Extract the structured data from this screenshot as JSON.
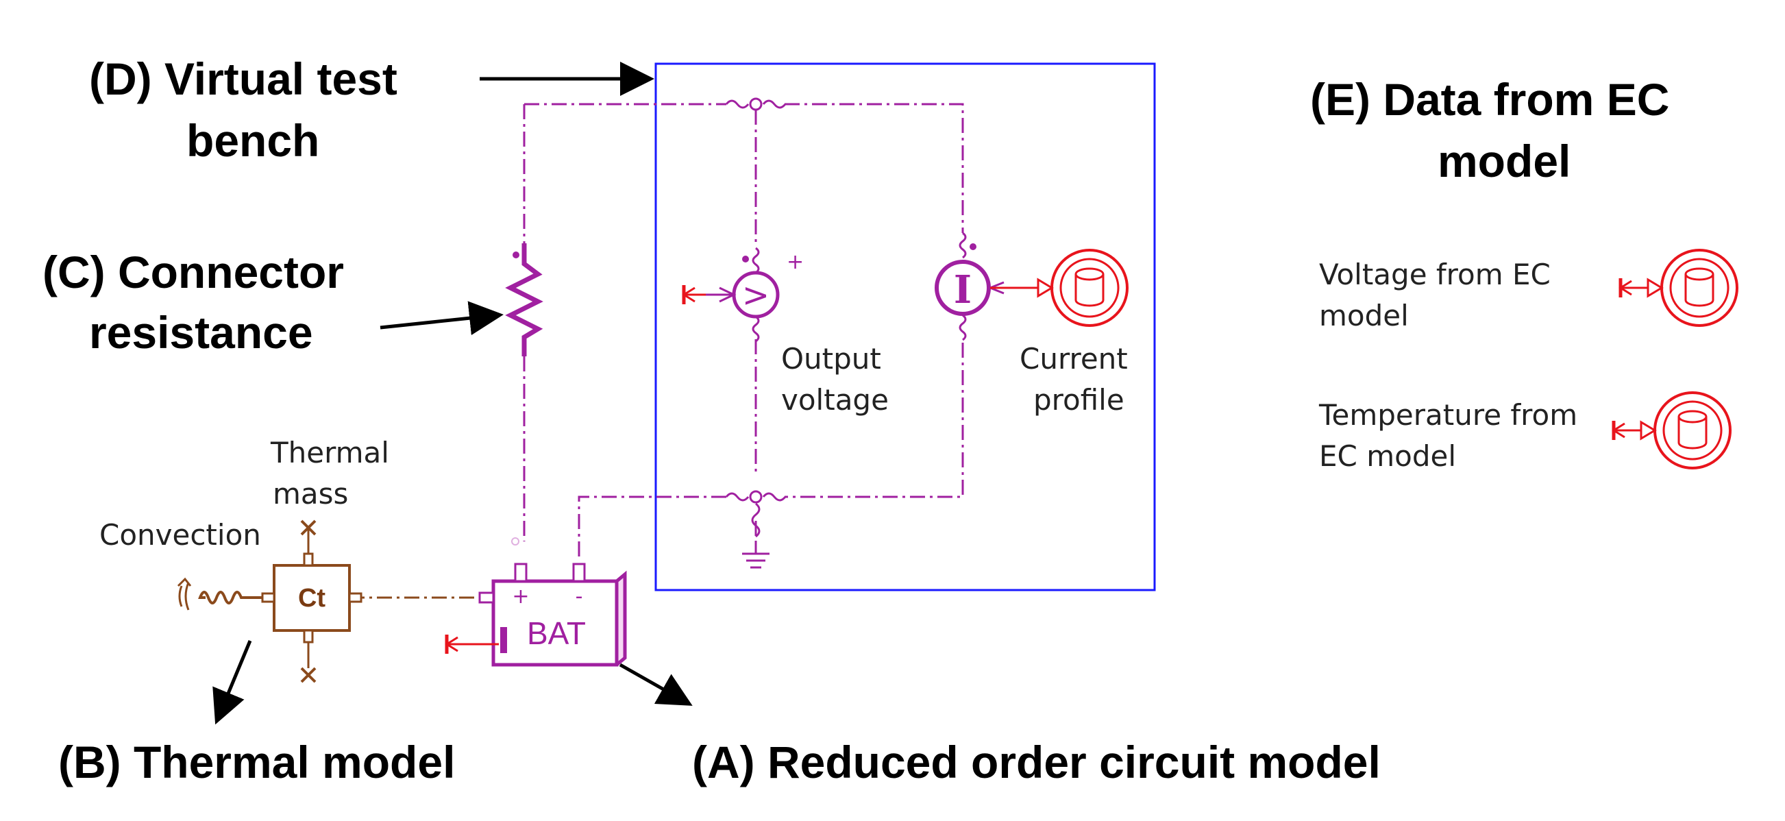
{
  "labels": {
    "virtual_test_bench_line1": "(D) Virtual test",
    "virtual_test_bench_line2": "bench",
    "connector_resistance_line1": "(C) Connector",
    "connector_resistance_line2": "resistance",
    "data_from_ec_line1": "(E) Data from EC",
    "data_from_ec_line2": "model",
    "thermal_model": "(B) Thermal model",
    "reduced_order_model": "(A) Reduced order circuit model"
  },
  "components": {
    "output_voltage_line1": "Output",
    "output_voltage_line2": "voltage",
    "current_profile_line1": "Current",
    "current_profile_line2": "profile",
    "thermal_mass_line1": "Thermal",
    "thermal_mass_line2": "mass",
    "convection": "Convection",
    "thermal_mass_symbol": "Ct",
    "battery_symbol": "BAT",
    "battery_plus": "+",
    "battery_minus": "-",
    "source_plus": "+",
    "voltmeter_symbol": ">",
    "current_source_symbol": "I"
  },
  "ec_data": {
    "voltage_line1": "Voltage from EC",
    "voltage_line2": "model",
    "temperature_line1": "Temperature from",
    "temperature_line2": "EC model"
  },
  "colors": {
    "circuit": "#a020a0",
    "data_source": "#e8141c",
    "thermal": "#8b4a1c",
    "bench_frame": "#1a1aff"
  }
}
